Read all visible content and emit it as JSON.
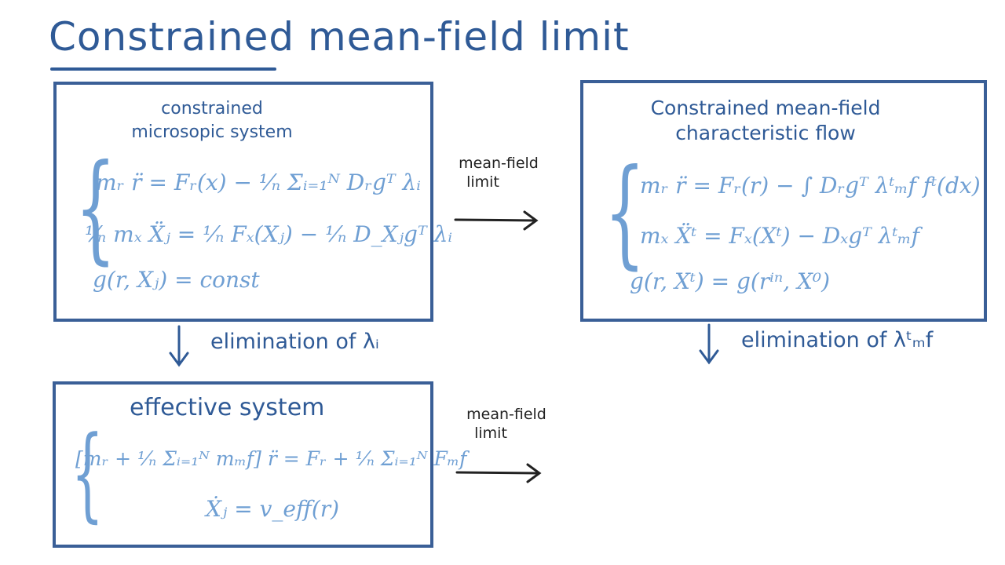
{
  "title": "Constrained mean-field limit",
  "colors": {
    "dark": "#2f5a96",
    "light": "#6f9fd3",
    "ink": "#222222",
    "border": "#3a5f97"
  },
  "microscopic": {
    "header_line1": "constrained",
    "header_line2": "microsopic system",
    "equations": [
      "mᵣ r̈ = Fᵣ(x) − ¹⁄ₙ Σᵢ₌₁ᴺ Dᵣgᵀ λᵢ",
      "¹⁄ₙ mₓ Ẍⱼ = ¹⁄ₙ Fₓ(Xⱼ) − ¹⁄ₙ D_Xⱼgᵀ λᵢ",
      "g(r, Xⱼ) =   const"
    ]
  },
  "mean_field_flow": {
    "header_line1": "Constrained   mean-field",
    "header_line2": "characteristic   flow",
    "equations": [
      "mᵣ r̈ = Fᵣ(r) − ∫ Dᵣgᵀ λᵗₘf fᵗ(dx)",
      "mₓ Ẍᵗ = Fₓ(Xᵗ) − Dₓgᵀ λᵗₘf",
      "g(r, Xᵗ) = g(rⁱⁿ, X⁰)"
    ]
  },
  "effective": {
    "header": "effective   system",
    "equations": [
      "[mᵣ + ¹⁄ₙ Σᵢ₌₁ᴺ mₘf] r̈ = Fᵣ + ¹⁄ₙ Σᵢ₌₁ᴺ Fₘf",
      "Ẋⱼ = v_eff(r)"
    ]
  },
  "arrows": {
    "top_label_line1": "mean-field",
    "top_label_line2": "limit",
    "bottom_label_line1": "mean-field",
    "bottom_label_line2": "limit",
    "elim_left": "elimination  of  λᵢ",
    "elim_right": "elimination  of  λᵗₘf"
  }
}
